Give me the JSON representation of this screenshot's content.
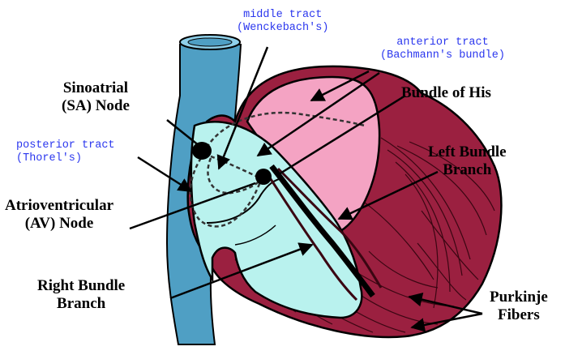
{
  "labels": {
    "sa_node": [
      "Sinoatrial",
      "(SA) Node"
    ],
    "av_node": [
      "Atrioventricular",
      "(AV) Node"
    ],
    "bundle_of_his": [
      "Bundle of His"
    ],
    "left_bundle_branch": [
      "Left Bundle",
      "Branch"
    ],
    "right_bundle_branch": [
      "Right Bundle",
      "Branch"
    ],
    "purkinje_fibers": [
      "Purkinje",
      "Fibers"
    ],
    "middle_tract": [
      "middle tract",
      "(Wenckebach's)"
    ],
    "anterior_tract": [
      "anterior tract",
      "(Bachmann's bundle)"
    ],
    "posterior_tract": [
      "posterior tract",
      "(Thorel's)"
    ]
  },
  "colors": {
    "vessel": "#4f9fc4",
    "right_atrium_fill": "#b9f2ee",
    "left_chamber_fill": "#f4a3c3",
    "myocardium": "#9b2040",
    "outline": "#000000",
    "tract_label": "#2a36ee"
  }
}
